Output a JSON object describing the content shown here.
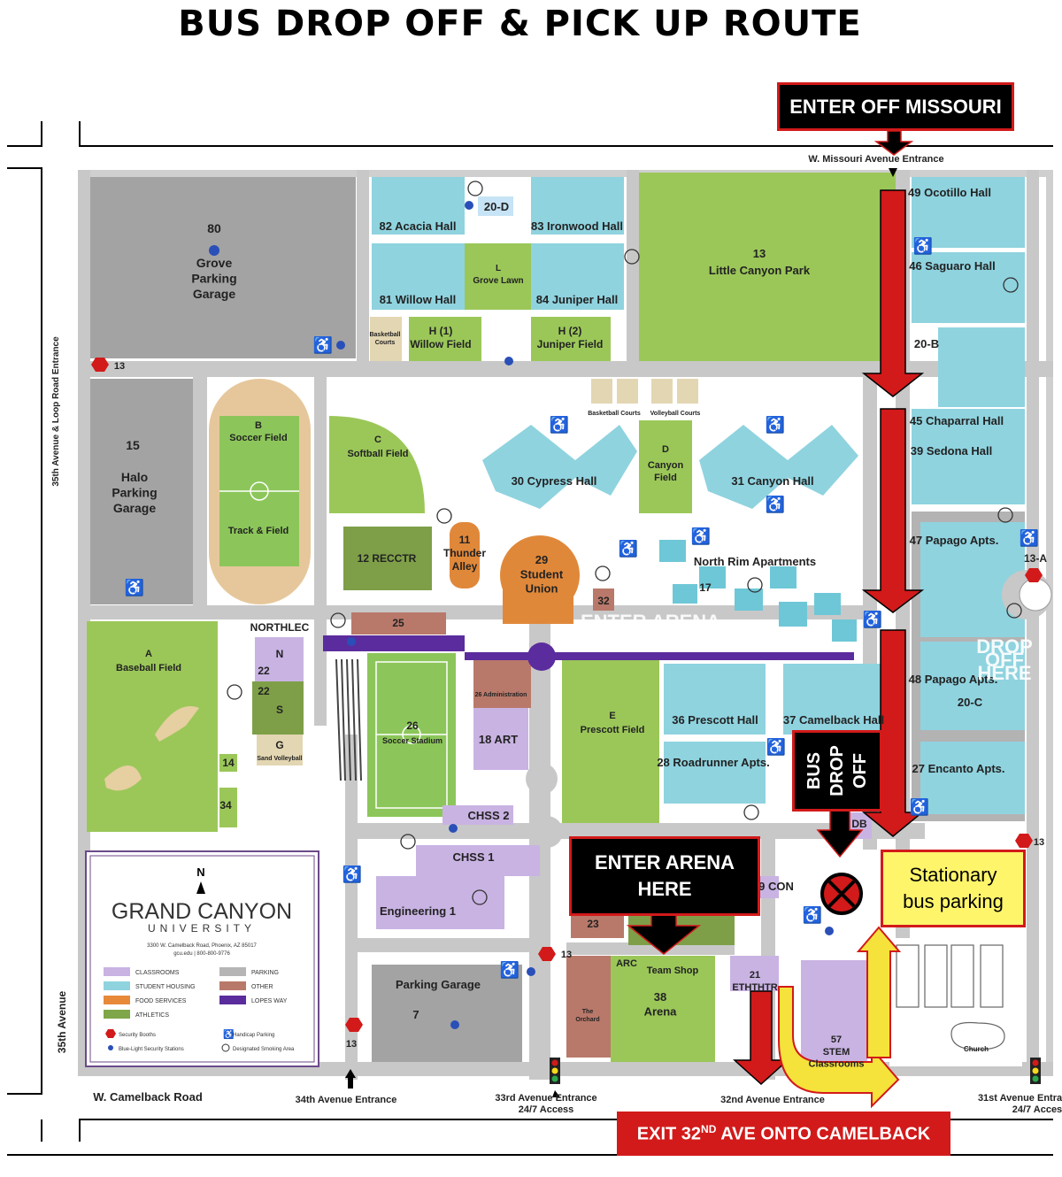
{
  "title": "BUS DROP OFF  &  PICK UP ROUTE",
  "callouts": {
    "enter_missouri": "ENTER OFF MISSOURI",
    "bus_drop_off": "BUS DROP OFF",
    "enter_arena": "ENTER ARENA\nHERE",
    "stationary_parking": "Stationary\nbus parking",
    "exit": "EXIT 32ND AVE ONTO CAMELBACK",
    "ghost_enter_arena": "ENTER ARENA\nHERE",
    "ghost_drop_off": "DROP\nOFF\nHERE"
  },
  "streets": {
    "missouri_entrance": "W. Missouri Avenue Entrance",
    "camelback": "W. Camelback Road",
    "ave34": "34th Avenue Entrance",
    "ave33": "33rd Avenue Entrance",
    "ave33_sub": "24/7 Access",
    "ave32": "32nd Avenue Entrance",
    "ave31": "31st Avenue Entrance",
    "ave31_sub": "24/7 Access",
    "ave35_loop": "35th Avenue & Loop Road Entrance",
    "ave35": "35th Avenue"
  },
  "buildings": {
    "b80_num": "80",
    "b80": "Grove\nParking\nGarage",
    "b82": "82 Acacia Hall",
    "b83": "83 Ironwood Hall",
    "b20d": "20-D",
    "b81": "81 Willow Hall",
    "b84": "84 Juniper Hall",
    "grove_lawn_l": "L",
    "grove_lawn": "Grove Lawn",
    "basketball_courts_n": "Basketball\nCourts",
    "h1": "H (1)\nWillow Field",
    "h2": "H (2)\nJuniper Field",
    "b13_num": "13",
    "b13": "Little Canyon Park",
    "b49": "49 Ocotillo Hall",
    "b46": "46 Saguaro Hall",
    "b20b": "20-B",
    "b45": "45 Chaparral Hall",
    "b39": "39 Sedona Hall",
    "b15_num": "15",
    "b15": "Halo\nParking\nGarage",
    "soccer_b": "B",
    "soccer_field": "Soccer Field",
    "track": "Track & Field",
    "softball_c": "C",
    "softball": "Softball Field",
    "basketball_courts": "Basketball Courts",
    "volleyball_courts": "Volleyball Courts",
    "b30": "30 Cypress Hall",
    "canyon_d": "D",
    "canyon_field": "Canyon\nField",
    "b31": "31 Canyon Hall",
    "b12": "12 RECCTR",
    "b11": "11\nThunder\nAlley",
    "b29": "29\nStudent\nUnion",
    "b32": "32",
    "b17_name": "North Rim Apartments",
    "b17": "17",
    "b47": "47 Papago Apts.",
    "b13a": "13-A",
    "northlec": "NORTHLEC",
    "b25": "25",
    "baseball_a": "A",
    "baseball": "Baseball Field",
    "n": "N",
    "n22": "22",
    "s22": "22",
    "s": "S",
    "g": "G",
    "sand_volleyball": "Sand Volleyball",
    "b14": "14",
    "b34": "34",
    "b26": "26",
    "soccer_stadium": "Soccer Stadium",
    "b26_admin": "26 Administration",
    "b18": "18 ART",
    "prescott_e": "E",
    "prescott_field": "Prescott Field",
    "b36": "36 Prescott Hall",
    "b37": "37 Camelback Hall",
    "b28": "28 Roadrunner Apts.",
    "b48": "48 Papago Apts.",
    "b20c": "20-C",
    "b27": "27 Encanto Apts.",
    "chss2": "CHSS 2",
    "chss1": "CHSS 1",
    "engineering": "Engineering 1",
    "db": "DB",
    "con": "9 CON",
    "b23": "23",
    "parking_garage": "Parking Garage",
    "b7": "7",
    "arc": "ARC",
    "team_shop": "Team Shop",
    "b38": "38\nArena",
    "orchard": "The\nOrchard",
    "b21": "21\nETHTHTR",
    "b57": "57\nSTEM\nClassrooms",
    "church": "Church",
    "marker_13_a": "13",
    "marker_13_b": "13",
    "marker_13_c": "13",
    "marker_13_d": "13"
  },
  "legend": {
    "compass": "N",
    "brand": "GRAND CANYON",
    "brand_sub": "UNIVERSITY",
    "address": "3300 W. Camelback Road, Phoenix, AZ 85017",
    "contact": "gcu.edu | 800-800-9776",
    "items": [
      {
        "label": "CLASSROOMS",
        "color": "#c9b3e3"
      },
      {
        "label": "STUDENT HOUSING",
        "color": "#8fd3df"
      },
      {
        "label": "FOOD SERVICES",
        "color": "#e8893a"
      },
      {
        "label": "ATHLETICS",
        "color": "#7fa648"
      },
      {
        "label": "PARKING",
        "color": "#b5b5b5"
      },
      {
        "label": "OTHER",
        "color": "#b9796a"
      },
      {
        "label": "LOPES WAY",
        "color": "#5b2c9d"
      }
    ],
    "symbols": [
      "Security Booths",
      "Blue-Light Security Stations",
      "Handicap Parking",
      "Designated Smoking Area"
    ]
  },
  "colors": {
    "road": "#c8c8c8",
    "parking": "#a9a9a9",
    "athletics": "#9bc759",
    "housing": "#8fd3df",
    "classroom": "#c9b3e3",
    "food": "#e0883a",
    "other": "#b9796a",
    "lopes": "#5b2c9d",
    "route_red": "#d21a1a",
    "route_yellow": "#f5e23a"
  }
}
